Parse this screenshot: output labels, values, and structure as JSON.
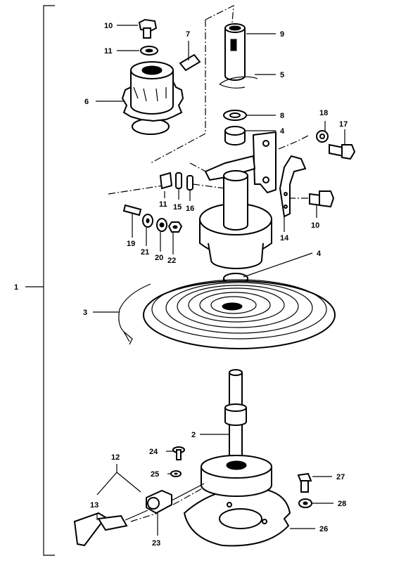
{
  "callouts": {
    "c1": "1",
    "c2": "2",
    "c3": "3",
    "c4a": "4",
    "c4b": "4",
    "c5": "5",
    "c6": "6",
    "c7": "7",
    "c8": "8",
    "c9": "9",
    "c10a": "10",
    "c10b": "10",
    "c11a": "11",
    "c11b": "11",
    "c12": "12",
    "c13": "13",
    "c14": "14",
    "c15": "15",
    "c16": "16",
    "c17": "17",
    "c18": "18",
    "c19": "19",
    "c20": "20",
    "c21": "21",
    "c22": "22",
    "c23": "23",
    "c24": "24",
    "c25": "25",
    "c26": "26",
    "c27": "27",
    "c28": "28"
  }
}
